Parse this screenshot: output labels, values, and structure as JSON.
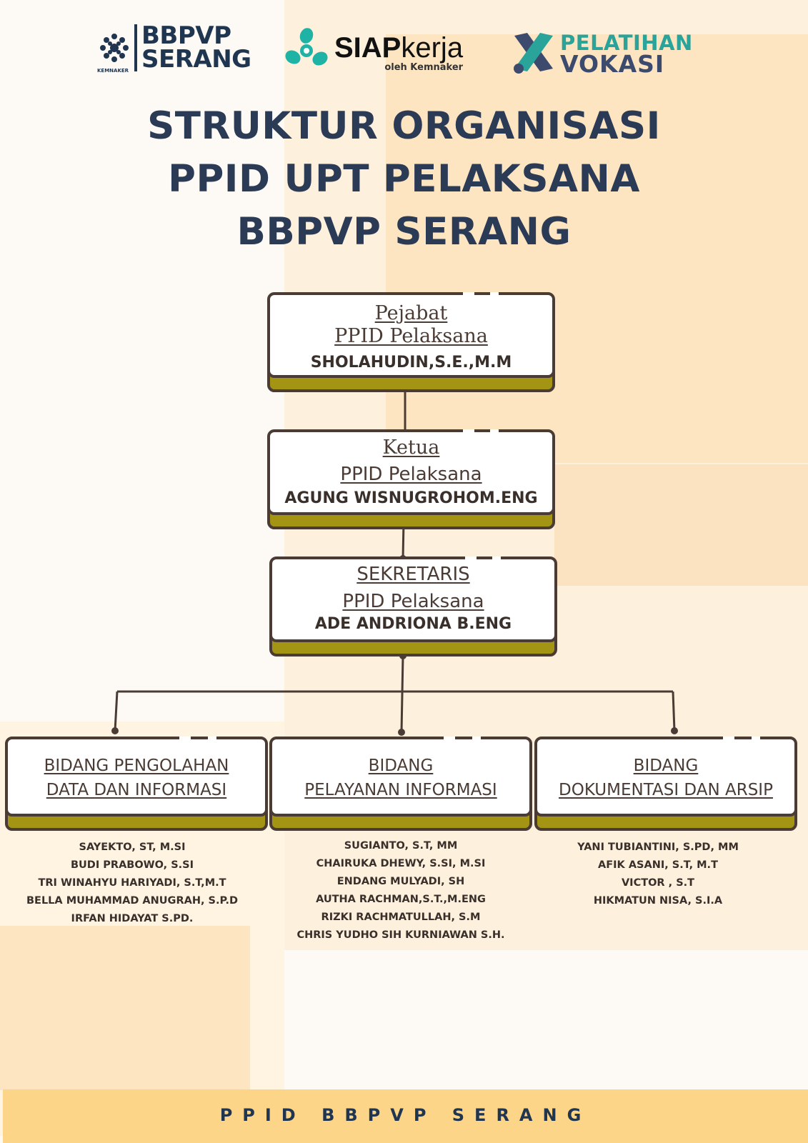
{
  "logos": {
    "bbpvp": {
      "line1": "BBPVP",
      "line2": "SERANG",
      "caption": "KEMNAKER"
    },
    "siap": {
      "bold": "SIAP",
      "light": "kerja",
      "sub": "oleh Kemnaker"
    },
    "vokasi": {
      "line1": "PELATIHAN",
      "line2": "VOKASI"
    }
  },
  "title": [
    "STRUKTUR ORGANISASI",
    "PPID UPT PELAKSANA",
    "BBPVP SERANG"
  ],
  "pejabat": {
    "role1": "Pejabat ",
    "role2": "PPID Pelaksana",
    "name": "SHOLAHUDIN,S.E.,M.M"
  },
  "ketua": {
    "role1": "Ketua",
    "role2": "PPID Pelaksana",
    "name": "AGUNG WISNUGROHOM.ENG"
  },
  "sekretaris": {
    "role1": "SEKRETARIS",
    "role2": "PPID Pelaksana",
    "name": "ADE ANDRIONA B.ENG"
  },
  "bidang": [
    {
      "line1": "BIDANG PENGOLAHAN",
      "line2": "DATA DAN INFORMASI ",
      "members": [
        "SAYEKTO, ST, M.SI",
        "BUDI  PRABOWO, S.SI",
        "TRI WINAHYU HARIYADI, S.T,M.T",
        "BELLA MUHAMMAD ANUGRAH, S.P.D",
        "IRFAN HIDAYAT S.PD."
      ]
    },
    {
      "line1": "BIDANG",
      "line2": "PELAYANAN INFORMASI",
      "members": [
        "SUGIANTO, S.T, MM",
        "CHAIRUKA DHEWY, S.SI, M.SI",
        "ENDANG MULYADI, SH",
        "AUTHA RACHMAN,S.T.,M.ENG",
        "RIZKI RACHMATULLAH, S.M",
        "CHRIS YUDHO SIH KURNIAWAN S.H."
      ]
    },
    {
      "line1": "BIDANG",
      "line2": "DOKUMENTASI DAN ARSIP",
      "members": [
        "YANI TUBIANTINI, S.PD, MM",
        "AFIK ASANI, S.T, M.T",
        "VICTOR , S.T",
        "HIKMATUN NISA, S.I.A"
      ]
    }
  ],
  "footer": "PPID BBPVP SERANG"
}
